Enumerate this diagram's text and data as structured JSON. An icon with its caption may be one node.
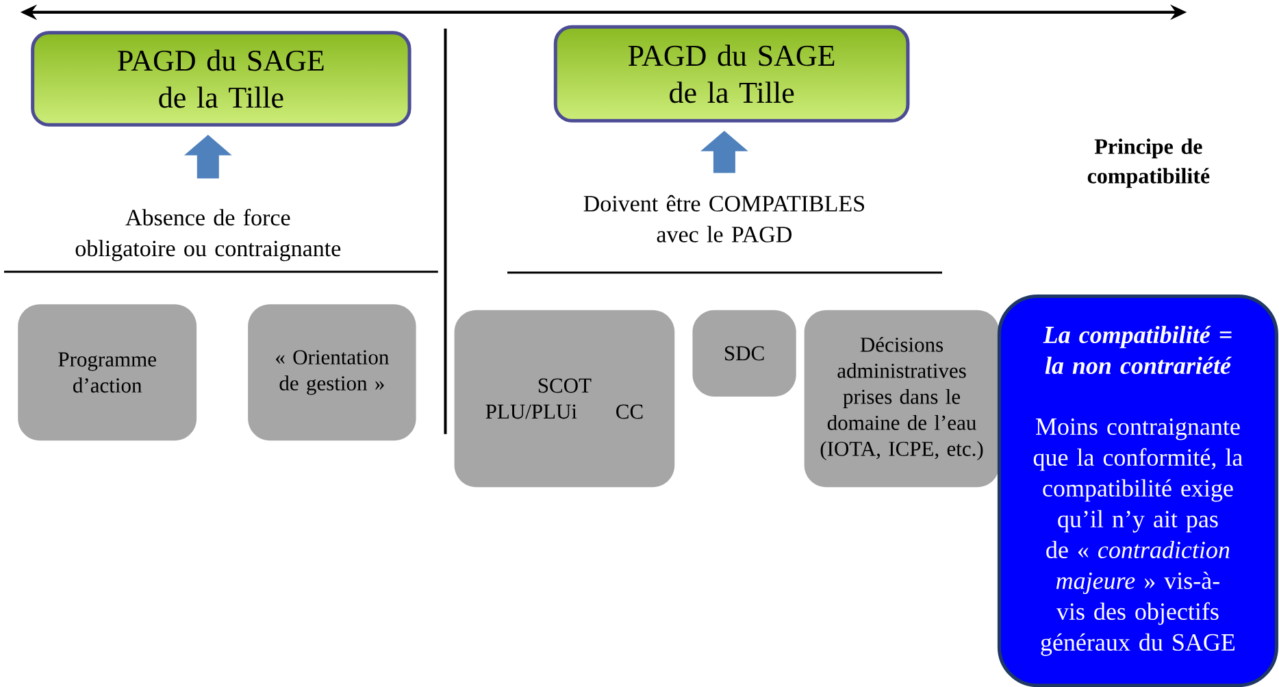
{
  "diagram": {
    "nodes": [
      {
        "text": [
          "PAGD du SAGE de la Tille"
        ]
      },
      {
        "text": [
          "PAGD du SAGE de la Tille"
        ]
      },
      {
        "text": [
          "Absence de force obligatoire ou contraignante"
        ]
      },
      {
        "text": [
          "Doivent être COMPATIBLES avec le PAGD"
        ]
      },
      {
        "text": [
          "Programme d’action"
        ]
      },
      {
        "text": [
          "« Orientation de gestion »"
        ]
      },
      {
        "text": [
          "SCOT",
          "PLU/PLUi",
          "CC"
        ]
      },
      {
        "text": [
          "SDC"
        ]
      },
      {
        "text": [
          "Décisions administratives prises dans le domaine de l’eau (IOTA, ICPE, etc.)"
        ]
      },
      {
        "text": [
          "La compatibilité = la non contrariété",
          "Moins contraignante que la conformité, la compatibilité exige qu’il n’y ait pas de « *contradiction majeure* » vis-à-vis des objectifs généraux du SAGE"
        ]
      }
    ],
    "edges": [
      {
        "from": 2,
        "to": 0,
        "arrow": "to"
      },
      {
        "from": 3,
        "to": 1,
        "arrow": "to"
      }
    ],
    "labels": [
      "Principe de compatibilité"
    ]
  }
}
